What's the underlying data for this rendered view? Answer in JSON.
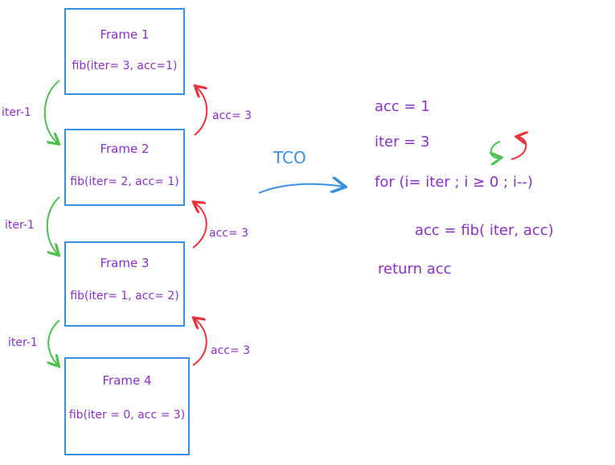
{
  "frames": [
    {
      "title": "Frame 1",
      "call": "fib(iter= 3, acc=1)"
    },
    {
      "title": "Frame 2",
      "call": "fib(iter= 2, acc= 1)"
    },
    {
      "title": "Frame 3",
      "call": "fib(iter= 1, acc= 2)"
    },
    {
      "title": "Frame 4",
      "call": "fib(iter = 0, acc = 3)"
    }
  ],
  "down_labels": [
    "iter-1",
    "iter-1",
    "iter-1"
  ],
  "up_labels": [
    "acc= 3",
    "acc= 3",
    "acc= 3"
  ],
  "tco_label": "TCO",
  "code": {
    "line1": "acc = 1",
    "line2": "iter = 3",
    "line3": "for (i= iter ; i ≥ 0 ; i--)",
    "line4": "acc = fib( iter, acc)",
    "line5": "return acc"
  },
  "colors": {
    "frame_border": "#3a8fe0",
    "text": "#8a2fc8",
    "down_arrow": "#4cc24c",
    "up_arrow": "#e8333d",
    "tco_arrow": "#3a8fe0"
  }
}
